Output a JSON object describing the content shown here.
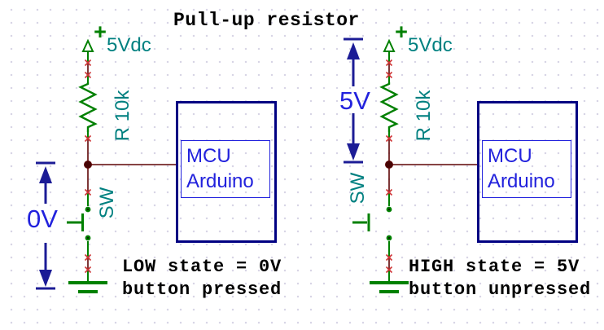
{
  "title": "Pull-up resistor",
  "colors": {
    "bg": "#ffffff",
    "grid_dot": "#d8d5e6",
    "wire_green": "#008000",
    "wire_maroon": "#5e0505",
    "junction": "#460404",
    "x_red": "#cc3333",
    "label_teal": "#008080",
    "box_navy": "#000082",
    "arrow_navy": "#1c1c96",
    "blue_text": "#2222dd",
    "text_black": "#000000"
  },
  "left": {
    "plus": "+",
    "supply": "5Vdc",
    "resistor": "R 10k",
    "switch": "SW",
    "voltage": "0V",
    "mcu_line1": "MCU",
    "mcu_line2": "Arduino",
    "caption_line1": "LOW state = 0V",
    "caption_line2": "button pressed"
  },
  "right": {
    "plus": "+",
    "supply": "5Vdc",
    "resistor": "R 10k",
    "switch": "SW",
    "voltage": "5V",
    "mcu_line1": "MCU",
    "mcu_line2": "Arduino",
    "caption_line1": "HIGH state = 5V",
    "caption_line2": "button unpressed"
  }
}
